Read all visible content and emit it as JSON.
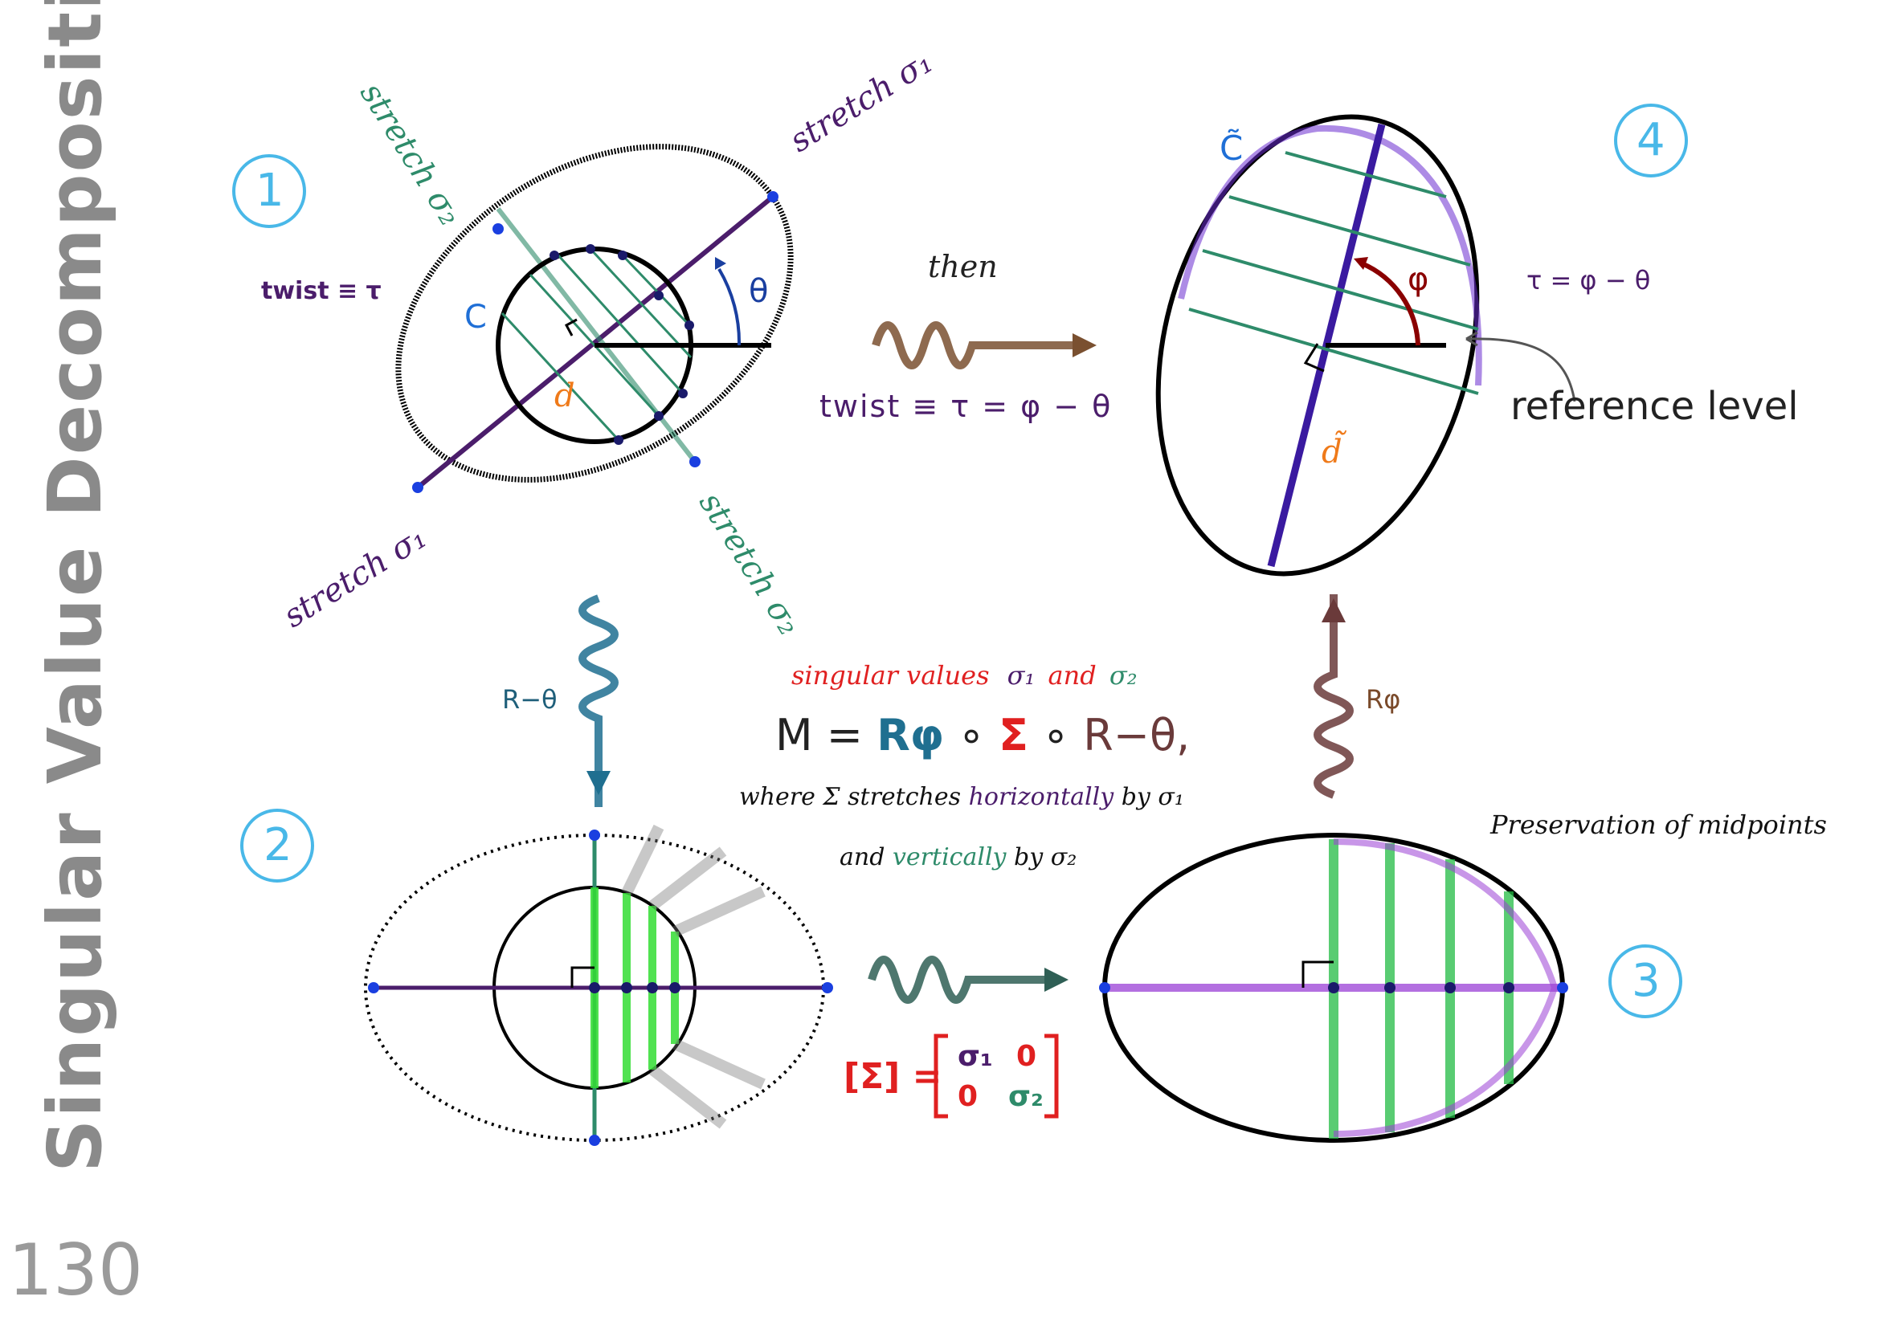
{
  "title": "Singular Value Decomposition",
  "page_number": "130",
  "steps": [
    "1",
    "2",
    "3",
    "4"
  ],
  "panel1": {
    "circle_label": "C",
    "diameter_label": "d",
    "angle_label": "θ",
    "twist_def": "twist ≡ τ",
    "stretch_s1": "stretch σ₁",
    "stretch_s2": "stretch σ₂"
  },
  "then_label": "then",
  "twist_formula": "twist ≡ τ = φ − θ",
  "panel4": {
    "curve_label": "C̃",
    "diameter_label": "d̃",
    "angle_label": "φ",
    "tau_formula": "τ = φ − θ",
    "reference_level": "reference level"
  },
  "rotation_minus_theta": "R−θ",
  "rotation_phi": "Rφ",
  "center": {
    "singular_values_text": "singular values",
    "sigma1": "σ₁",
    "and": "and",
    "sigma2": "σ₂",
    "M": "M",
    "equals": "=",
    "R_phi": "Rφ",
    "compose1": "∘",
    "Sigma": "Σ",
    "compose2": "∘",
    "R_minus_theta": "R−θ,",
    "line2": "where Σ stretches",
    "horizontally": "horizontally",
    "by1": "by σ₁",
    "and_word": "and",
    "vertically": "vertically",
    "by2": "by σ₂",
    "matrix_lhs": "[Σ] =",
    "m11": "σ₁",
    "m12": "0",
    "m21": "0",
    "m22": "σ₂"
  },
  "panel3": {
    "caption": "Preservation of midpoints"
  },
  "colors": {
    "purple": "#4b1d6b",
    "green": "#2e8b6a",
    "blue": "#1f6fd6",
    "orange": "#ef7a1a",
    "red": "#e02020",
    "brown": "#7a4a2a",
    "teal": "#1f5f7a",
    "cyan": "#49b8e8"
  }
}
